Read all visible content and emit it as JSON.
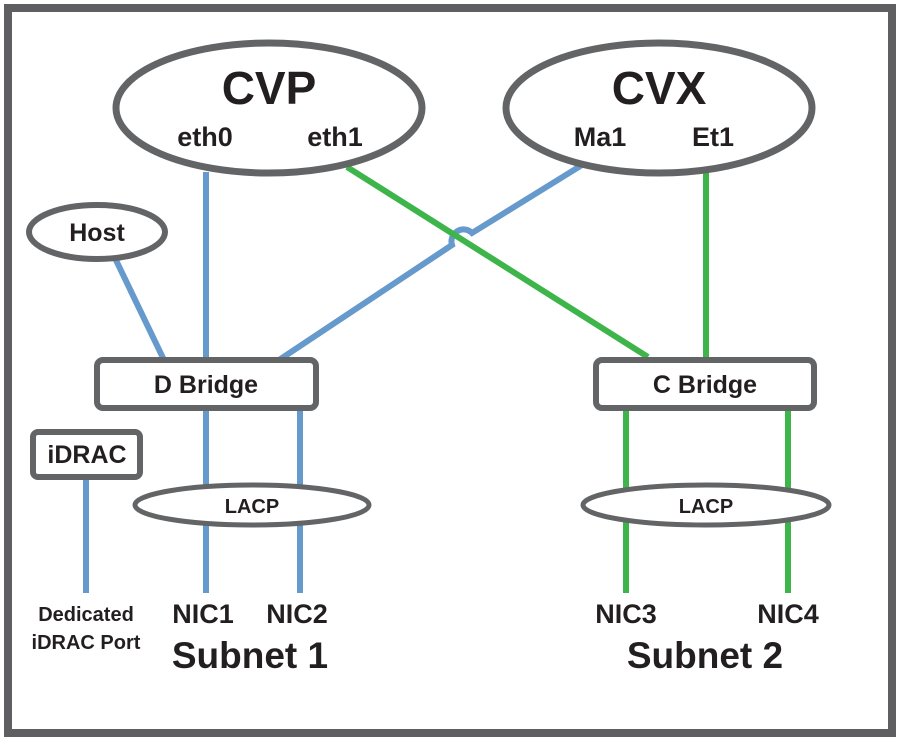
{
  "colors": {
    "frame": "#5f5f61",
    "shape_stroke": "#636466",
    "blue_link": "#6699cc",
    "green_link": "#3db54a",
    "text": "#231f20"
  },
  "nodes": {
    "cvp": {
      "title": "CVP",
      "port_left": "eth0",
      "port_right": "eth1"
    },
    "cvx": {
      "title": "CVX",
      "port_left": "Ma1",
      "port_right": "Et1"
    },
    "host": {
      "label": "Host"
    },
    "idrac": {
      "label": "iDRAC"
    },
    "d_bridge": {
      "label": "D Bridge"
    },
    "c_bridge": {
      "label": "C Bridge"
    },
    "lacp_left": {
      "label": "LACP"
    },
    "lacp_right": {
      "label": "LACP"
    }
  },
  "ports": {
    "nic1": "NIC1",
    "nic2": "NIC2",
    "nic3": "NIC3",
    "nic4": "NIC4",
    "dedicated_idrac_line1": "Dedicated",
    "dedicated_idrac_line2": "iDRAC Port"
  },
  "subnets": {
    "subnet1": "Subnet 1",
    "subnet2": "Subnet 2"
  }
}
